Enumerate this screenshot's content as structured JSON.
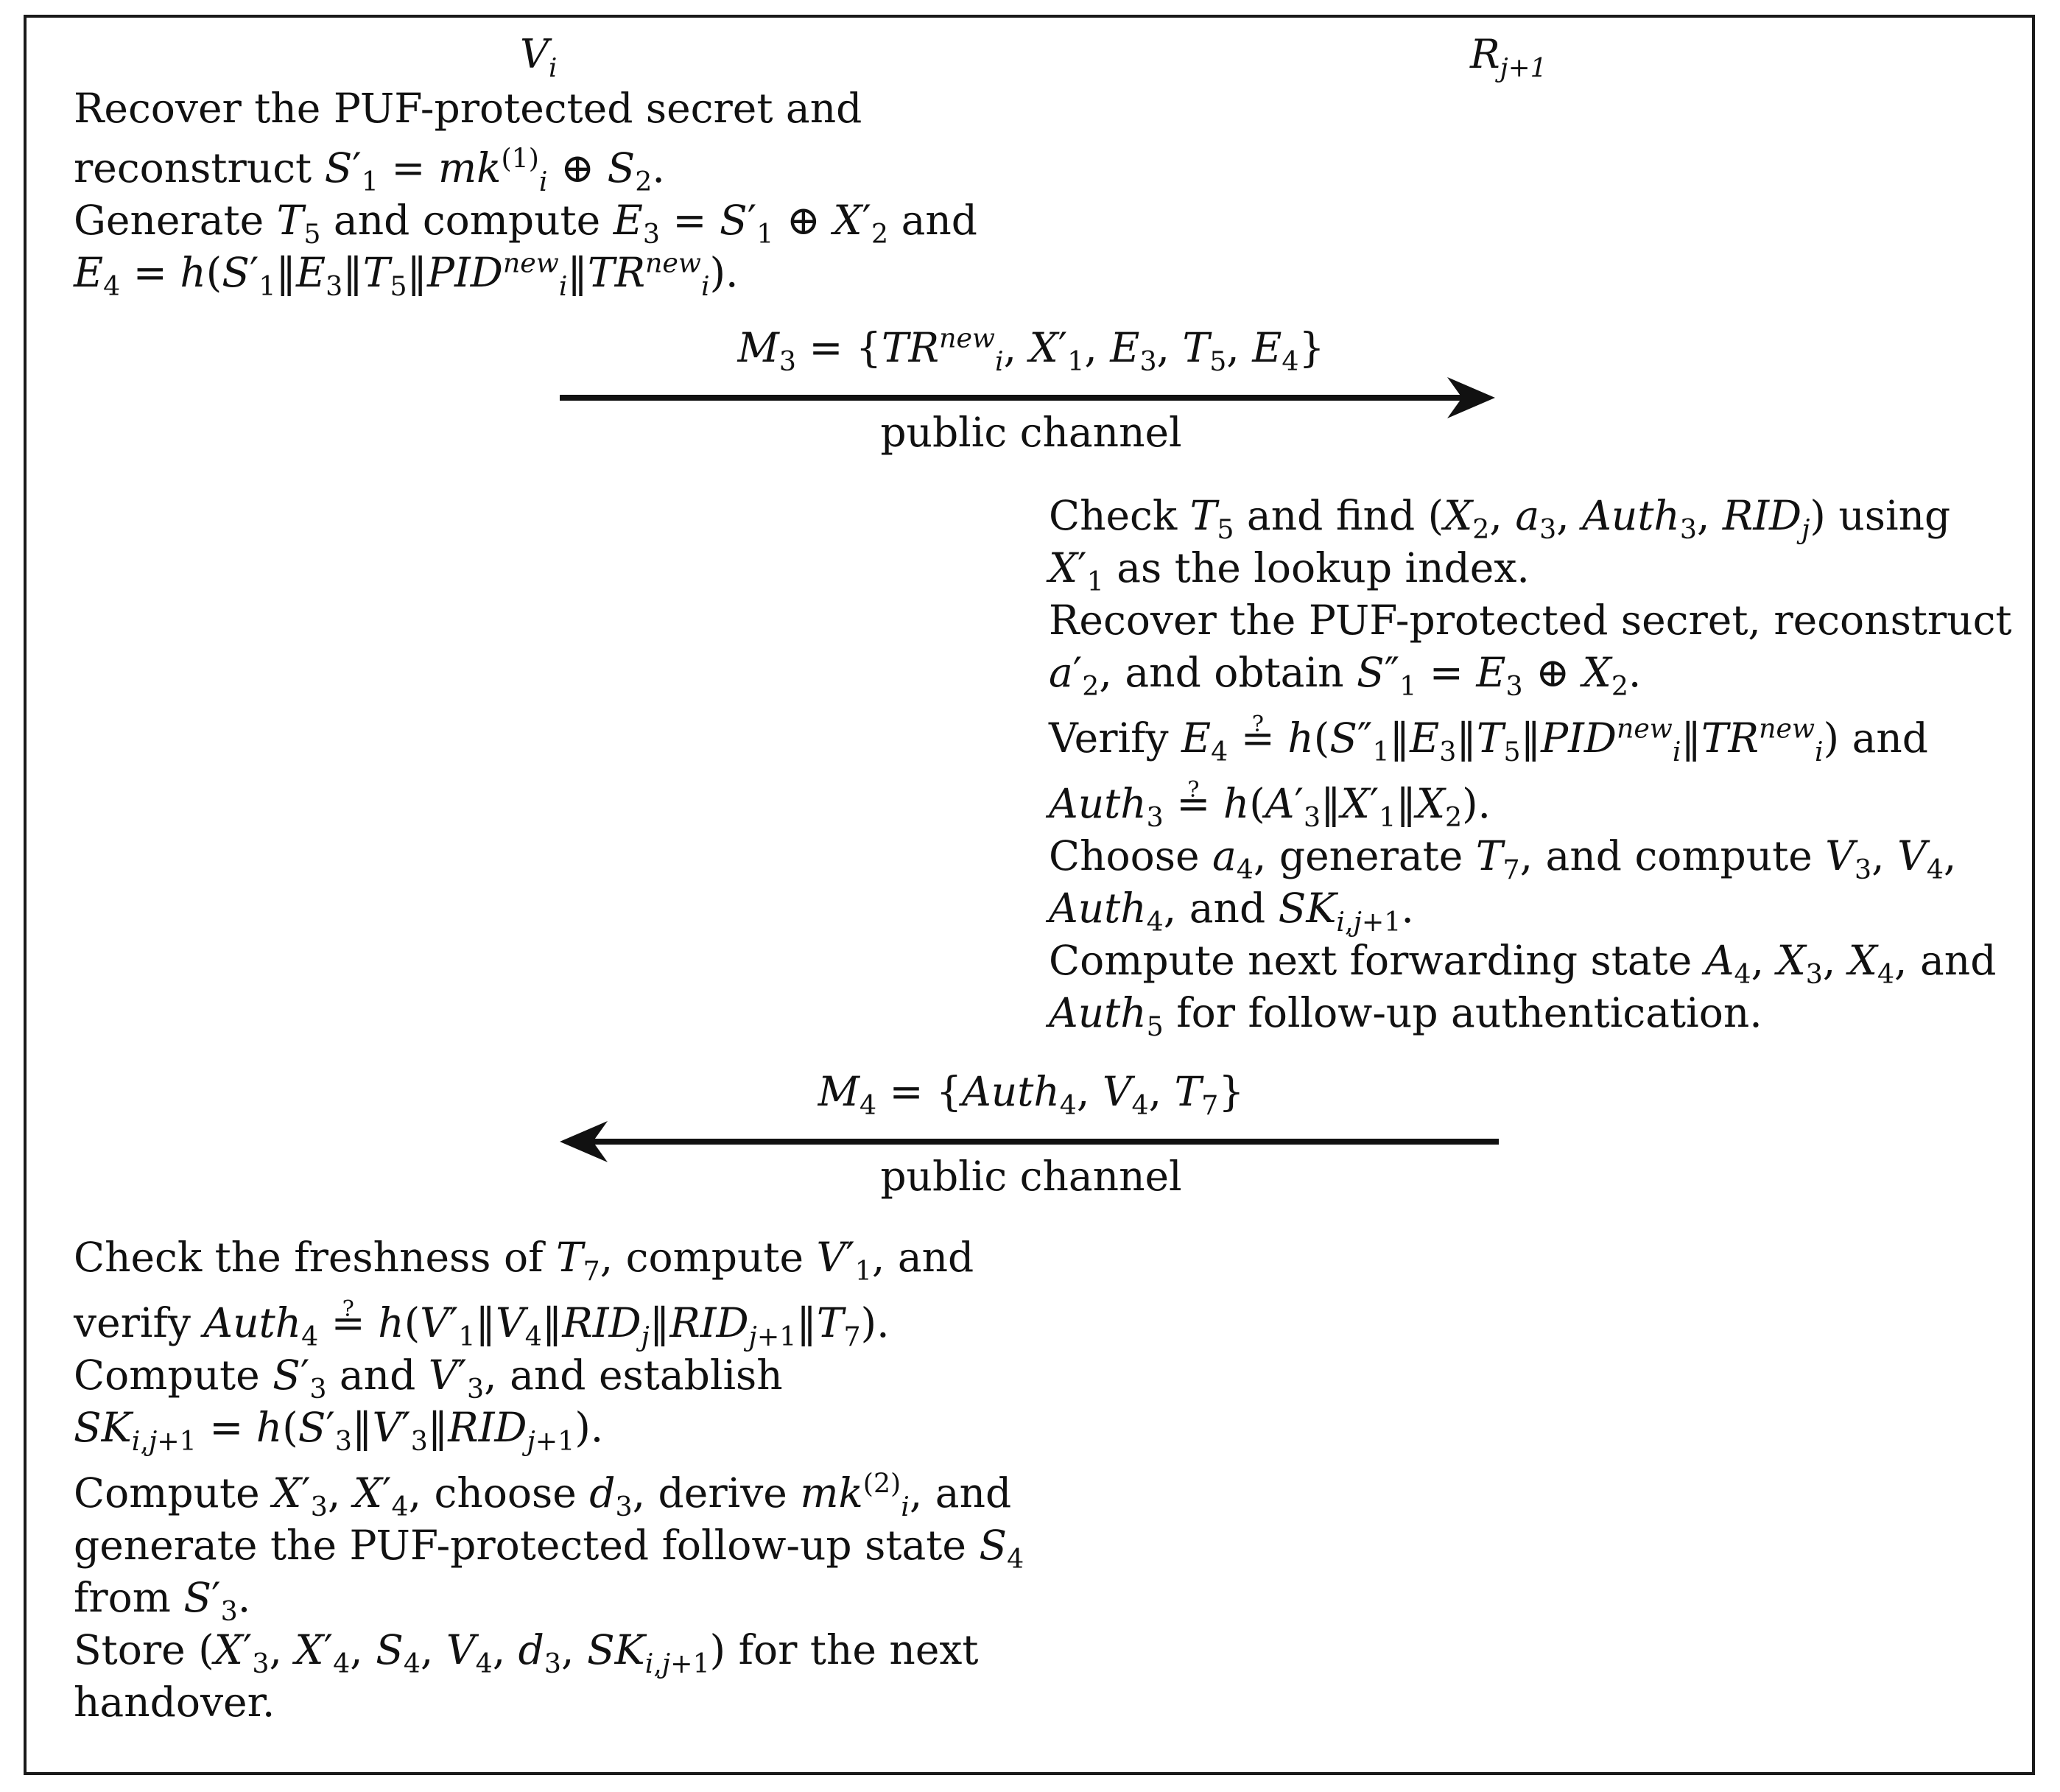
{
  "parties": {
    "left": "V_i",
    "right": "R_{j+1}"
  },
  "steps": {
    "vi_first": [
      "Recover the PUF-protected secret and",
      "reconstruct S′1 = mk(1)i ⊕ S2.",
      "Generate T5 and compute E3 = S′1 ⊕ X′2 and",
      "E4 = h(S′1‖E3‖T5‖PIDnewi‖TRnewi)."
    ],
    "rsu_steps": [
      "Check T5 and find (X2, a3, Auth3, RIDj) using",
      "X′1 as the lookup index.",
      "Recover the PUF-protected secret, reconstruct",
      "a′2, and obtain S″1 = E3 ⊕ X2.",
      "Verify E4 =? h(S″1‖E3‖T5‖PIDnewi‖TRnewi) and",
      "Auth3 =? h(A′3‖X′1‖X2).",
      "Choose a4, generate T7, and compute V3, V4,",
      "Auth4, and SKi,j+1.",
      "Compute next forwarding state A4, X3, X4, and",
      "Auth5 for follow-up authentication."
    ],
    "vi_final": [
      "Check the freshness of T7, compute V′1, and",
      "verify Auth4 =? h(V′1‖V4‖RIDj‖RIDj+1‖T7).",
      "Compute S′3 and V′3, and establish",
      "SKi,j+1 = h(S′3‖V′3‖RIDj+1).",
      "Compute X′3, X′4, choose d3, derive mk(2)i, and",
      "generate the PUF-protected follow-up state S4",
      "from S′3.",
      "Store (X′3, X′4, S4, V4, d3, SKi,j+1) for the next",
      "handover."
    ]
  },
  "messages": {
    "m3": {
      "label": "M3 = {TRnewi, X′1, E3, T5, E4}",
      "channel": "public channel",
      "direction": "left-to-right"
    },
    "m4": {
      "label": "M4 = {Auth4, V4, T7}",
      "channel": "public channel",
      "direction": "right-to-left"
    }
  },
  "colors": {
    "ink": "#111111",
    "border": "#1a1a1a",
    "background": "#ffffff"
  }
}
